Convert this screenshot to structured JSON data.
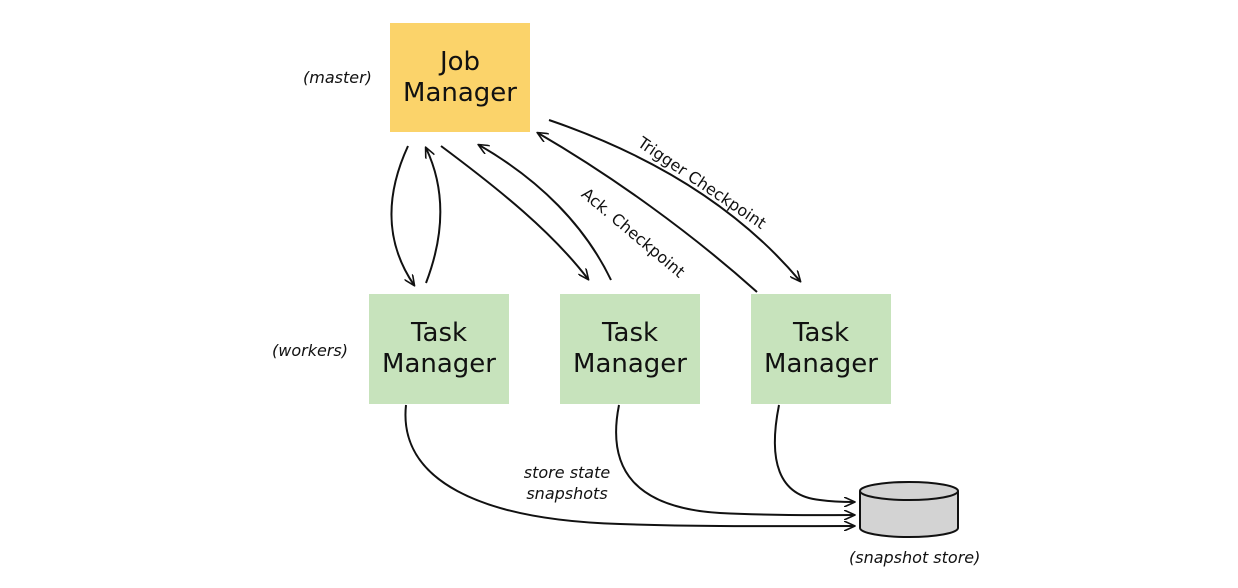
{
  "diagram": {
    "job_manager": {
      "line1": "Job",
      "line2": "Manager",
      "role": "(master)"
    },
    "workers_role": "(workers)",
    "task_managers": [
      {
        "line1": "Task",
        "line2": "Manager"
      },
      {
        "line1": "Task",
        "line2": "Manager"
      },
      {
        "line1": "Task",
        "line2": "Manager"
      }
    ],
    "edges": {
      "trigger_checkpoint": "Trigger Checkpoint",
      "ack_checkpoint": "Ack. Checkpoint",
      "store_state_line1": "store state",
      "store_state_line2": "snapshots"
    },
    "snapshot_store_label": "(snapshot store)",
    "colors": {
      "job_manager_fill": "#fbd36a",
      "task_manager_fill": "#c7e3bc",
      "store_fill": "#d3d3d3",
      "line": "#111111"
    }
  }
}
